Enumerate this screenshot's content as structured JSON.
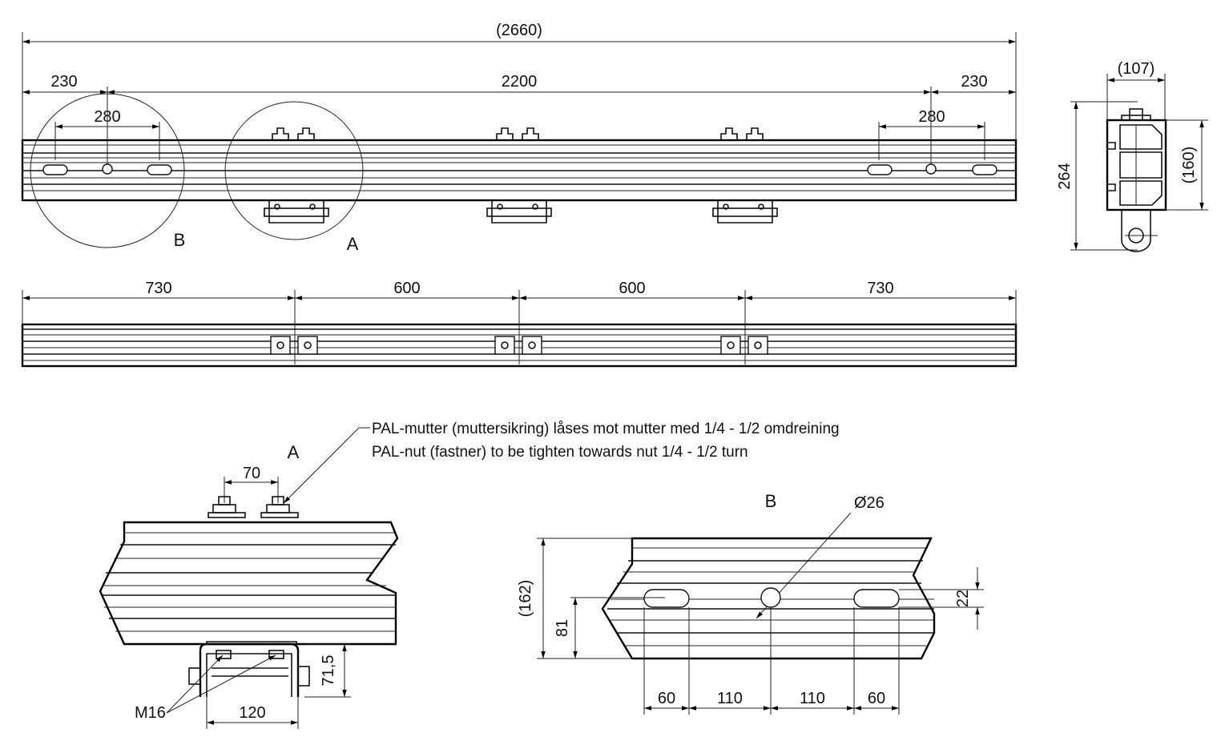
{
  "top_view": {
    "overall_length": "(2660)",
    "end_spacing_left": "230",
    "end_spacing_right": "230",
    "middle_spacing": "2200",
    "hole_spacing_left": "280",
    "hole_spacing_right": "280",
    "detail_b_label": "B",
    "detail_a_label": "A"
  },
  "end_view": {
    "width": "(107)",
    "height_total": "264",
    "height_profile": "(160)"
  },
  "bottom_view": {
    "spans": [
      "730",
      "600",
      "600",
      "730"
    ]
  },
  "detail_a": {
    "title": "A",
    "note_line1": "PAL-mutter (muttersikring) låses mot mutter med 1/4 - 1/2 omdreining",
    "note_line2": "PAL-nut (fastner) to be tighten towards nut 1/4 - 1/2 turn",
    "bolt_spacing": "70",
    "bracket_height": "71,5",
    "bracket_width": "120",
    "thread": "M16"
  },
  "detail_b": {
    "title": "B",
    "hole_diameter": "Ø26",
    "profile_height": "(162)",
    "hole_height": "81",
    "slot_height": "22",
    "spacings": [
      "60",
      "110",
      "110",
      "60"
    ]
  }
}
